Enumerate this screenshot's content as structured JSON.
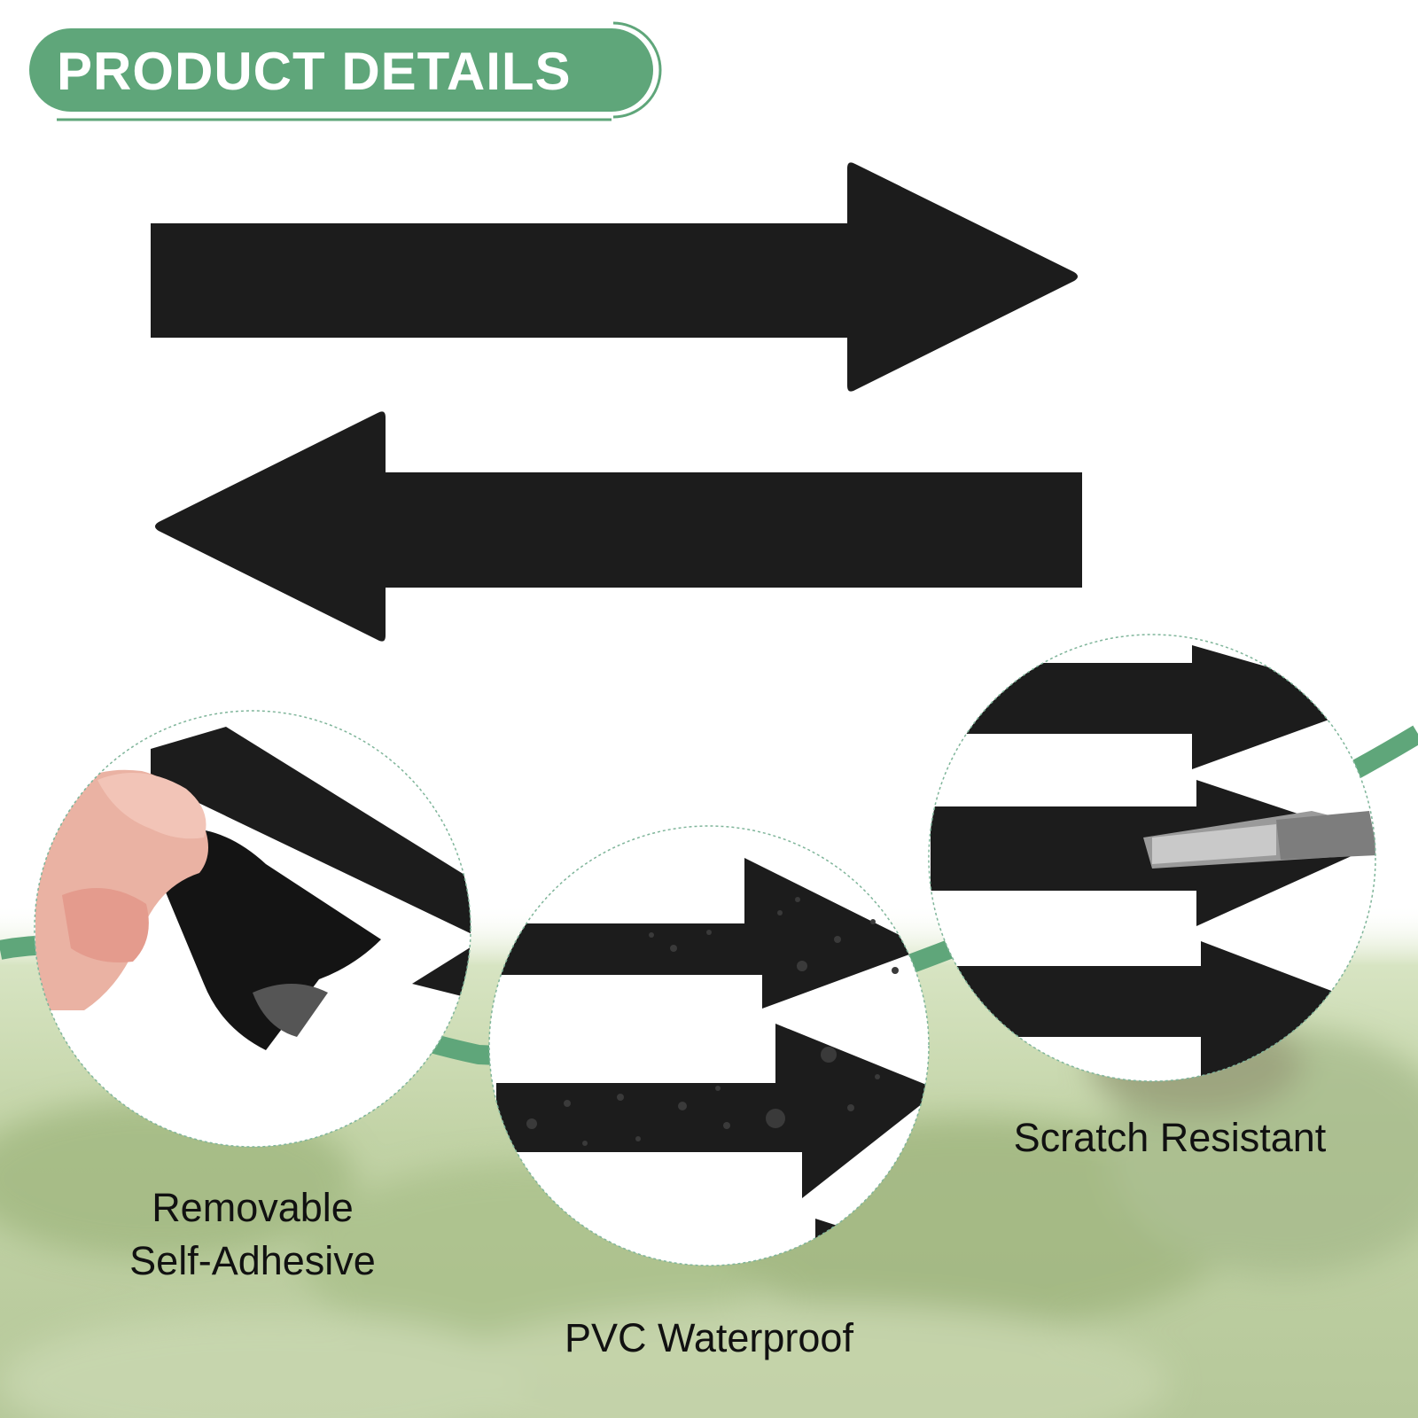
{
  "header": {
    "title": "PRODUCT DETAILS"
  },
  "features": [
    {
      "label_lines": [
        "Removable",
        "Self-Adhesive"
      ]
    },
    {
      "label": "PVC Waterproof"
    },
    {
      "label": "Scratch Resistant"
    }
  ],
  "colors": {
    "accent_green": "#5fa67a",
    "arrow_black": "#1c1c1c",
    "text_black": "#111111",
    "background": "#ffffff"
  },
  "icons": [
    "arrow-right-icon",
    "arrow-left-icon"
  ]
}
